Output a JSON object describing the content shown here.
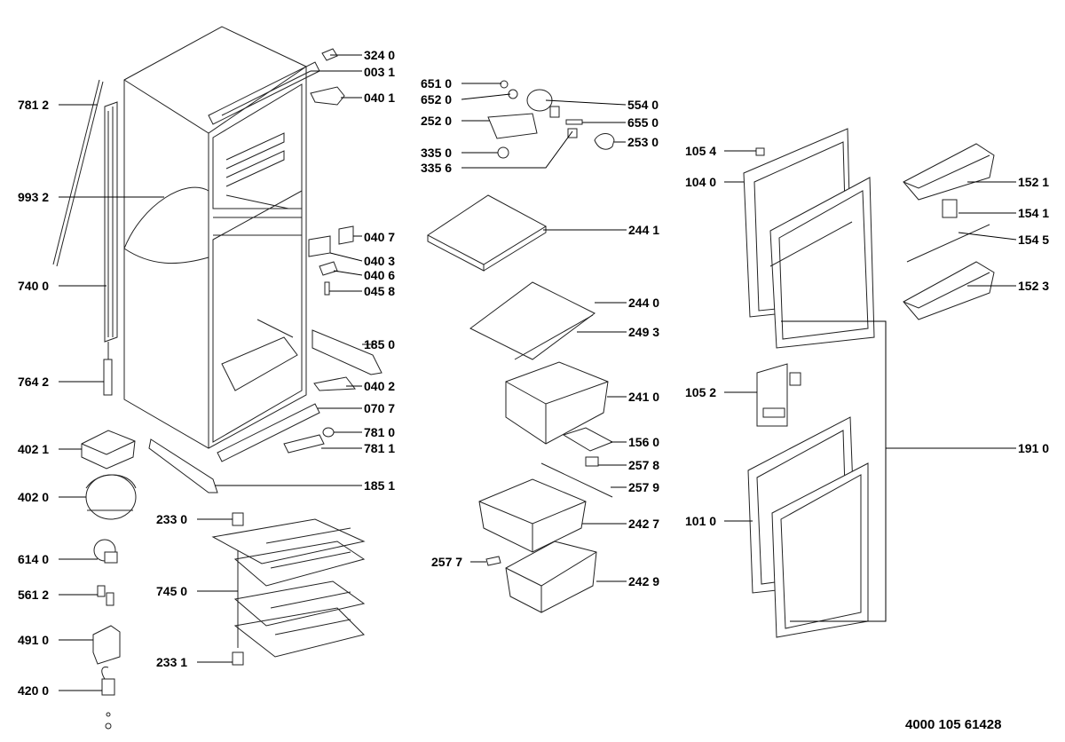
{
  "diagram_code": "4000 105 61428",
  "callouts": {
    "c3240": "324 0",
    "c0031": "003 1",
    "c0401": "040 1",
    "c7812": "781 2",
    "c9932": "993 2",
    "c0407": "040 7",
    "c0403": "040 3",
    "c0406": "040 6",
    "c0458": "045 8",
    "c7400": "740 0",
    "c1850": "185 0",
    "c7642": "764 2",
    "c0402": "040 2",
    "c0707": "070 7",
    "c7810": "781 0",
    "c7811": "781 1",
    "c4021": "402 1",
    "c4020": "402 0",
    "c1851": "185 1",
    "c2330": "233 0",
    "c6140": "614 0",
    "c5612": "561 2",
    "c7450": "745 0",
    "c4910": "491 0",
    "c2331": "233 1",
    "c4200": "420 0",
    "c6510": "651 0",
    "c6520": "652 0",
    "c5540": "554 0",
    "c2520": "252 0",
    "c6550": "655 0",
    "c2530": "253 0",
    "c3350": "335 0",
    "c3356": "335 6",
    "c2441": "244 1",
    "c2440": "244 0",
    "c2493": "249 3",
    "c2410": "241 0",
    "c1560": "156 0",
    "c2578": "257 8",
    "c2579": "257 9",
    "c2427": "242 7",
    "c2577": "257 7",
    "c2429": "242 9",
    "c1054": "105 4",
    "c1040": "104 0",
    "c1521": "152 1",
    "c1541": "154 1",
    "c1545": "154 5",
    "c1523": "152 3",
    "c1052": "105 2",
    "c1910": "191 0",
    "c1010": "101 0"
  }
}
